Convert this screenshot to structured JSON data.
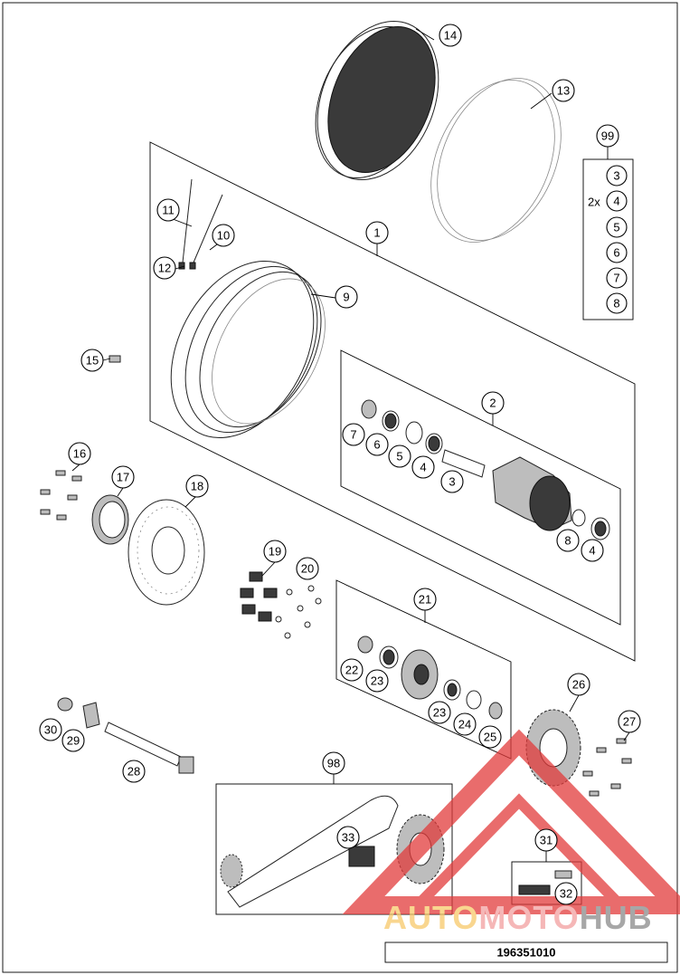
{
  "callouts": {
    "c1": "1",
    "c2": "2",
    "c3": "3",
    "c4": "4",
    "c5": "5",
    "c6": "6",
    "c7": "7",
    "c8": "8",
    "c8b": "8",
    "c4b": "4",
    "c9": "9",
    "c10": "10",
    "c11": "11",
    "c12": "12",
    "c13": "13",
    "c14": "14",
    "c15": "15",
    "c16": "16",
    "c17": "17",
    "c18": "18",
    "c19": "19",
    "c20": "20",
    "c21": "21",
    "c22": "22",
    "c23": "23",
    "c23b": "23",
    "c24": "24",
    "c25": "25",
    "c26": "26",
    "c27": "27",
    "c28": "28",
    "c29": "29",
    "c30": "30",
    "c31": "31",
    "c32": "32",
    "c33": "33",
    "c98": "98",
    "c99": "99"
  },
  "kit99": {
    "multiplier": "2x",
    "items": [
      "3",
      "4",
      "5",
      "6",
      "7",
      "8"
    ]
  },
  "watermark": {
    "part1": "AUTO",
    "part2": "MOTO",
    "part3": "HUB",
    "colors": {
      "auto": "#f7c96a",
      "moto": "#f2a0a0",
      "hub": "#9a9a9a",
      "triangle": "#e23b3b"
    }
  },
  "document_number": "196351010"
}
